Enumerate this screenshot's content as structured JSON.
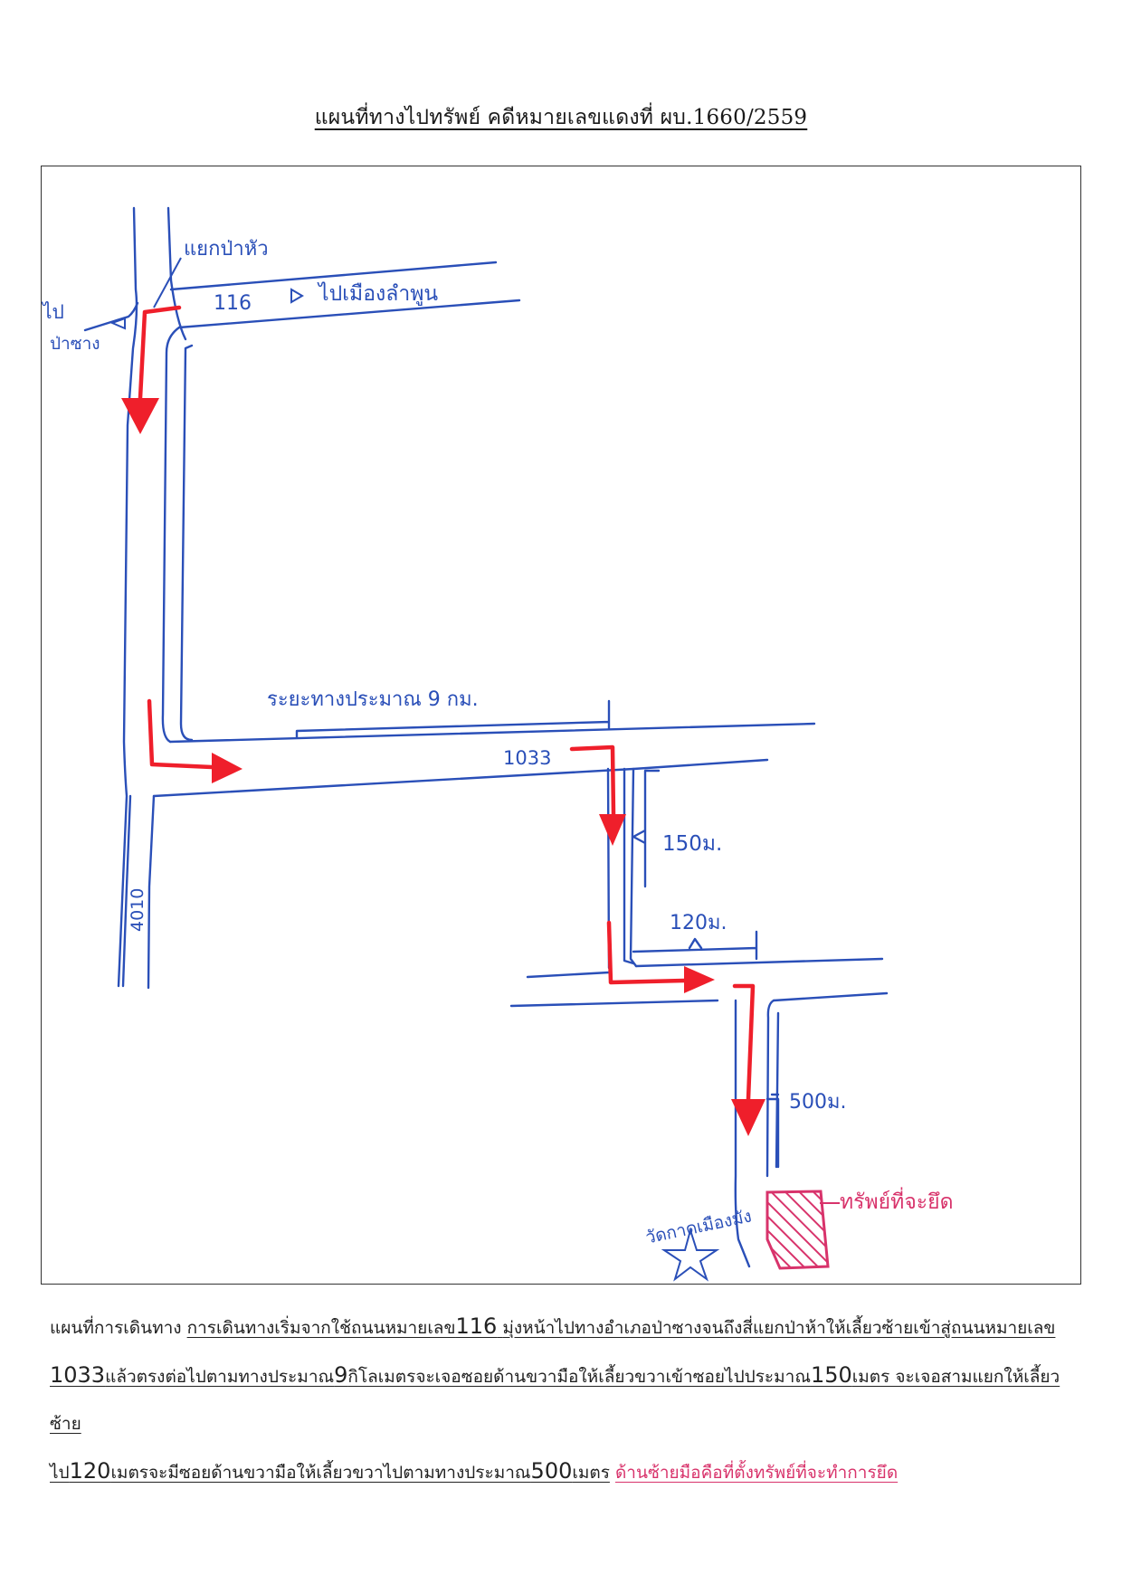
{
  "title": "แผนที่ทางไปทรัพย์ คดีหมายเลขแดงที่ ผบ.1660/2559",
  "map": {
    "road_116_label": "116",
    "road_4010_label": "4010",
    "road_1033_label": "1033",
    "junction_label": "แยกป่าหัว",
    "to_lamphun_label": "ไปเมืองลำพูน",
    "to_pasang_label_line1": "ไป",
    "to_pasang_label_line2": "ป่าซาง",
    "distance_9km_label": "ระยะทางประมาณ 9 กม.",
    "distance_150m_label": "150ม.",
    "distance_120m_label": "120ม.",
    "distance_500m_label": "500ม.",
    "temple_label": "วัดกาดเมืองมัง",
    "property_label": "ทรัพย์ที่จะยึด",
    "colors": {
      "road": "#2a4fb8",
      "route": "#ef1f2b",
      "property": "#d8336b"
    }
  },
  "directions": {
    "lead": "แผนที่การเดินทาง",
    "l1_text": "การเดินทางเริ่มจากใช้ถนนหมายเลข",
    "n116": "116",
    "l1_text2": "มุ่งหน้าไปทางอำเภอป่าซางจนถึงสี่แยกป่าห้าให้เลี้ยวซ้ายเข้าสู่ถนนหมายเลข",
    "n1033": "1033",
    "l2_text": "แล้วตรงต่อไปตามทางประมาณ",
    "n9": "9",
    "l2_text2": "กิโลเมตรจะเจอซอยด้านขวามือให้เลี้ยวขวาเข้าซอยไปประมาณ",
    "n150": "150",
    "l2_text3": "เมตร จะเจอสามแยกให้เลี้ยวซ้าย",
    "l3_text": "ไป",
    "n120": "120",
    "l3_text2": "เมตรจะมีซอยด้านขวามือให้เลี้ยวขวาไปตามทางประมาณ",
    "n500": "500",
    "l3_text3": "เมตร",
    "red_tail": "ด้านซ้ายมือคือที่ตั้งทรัพย์ที่จะทำการยึด"
  }
}
